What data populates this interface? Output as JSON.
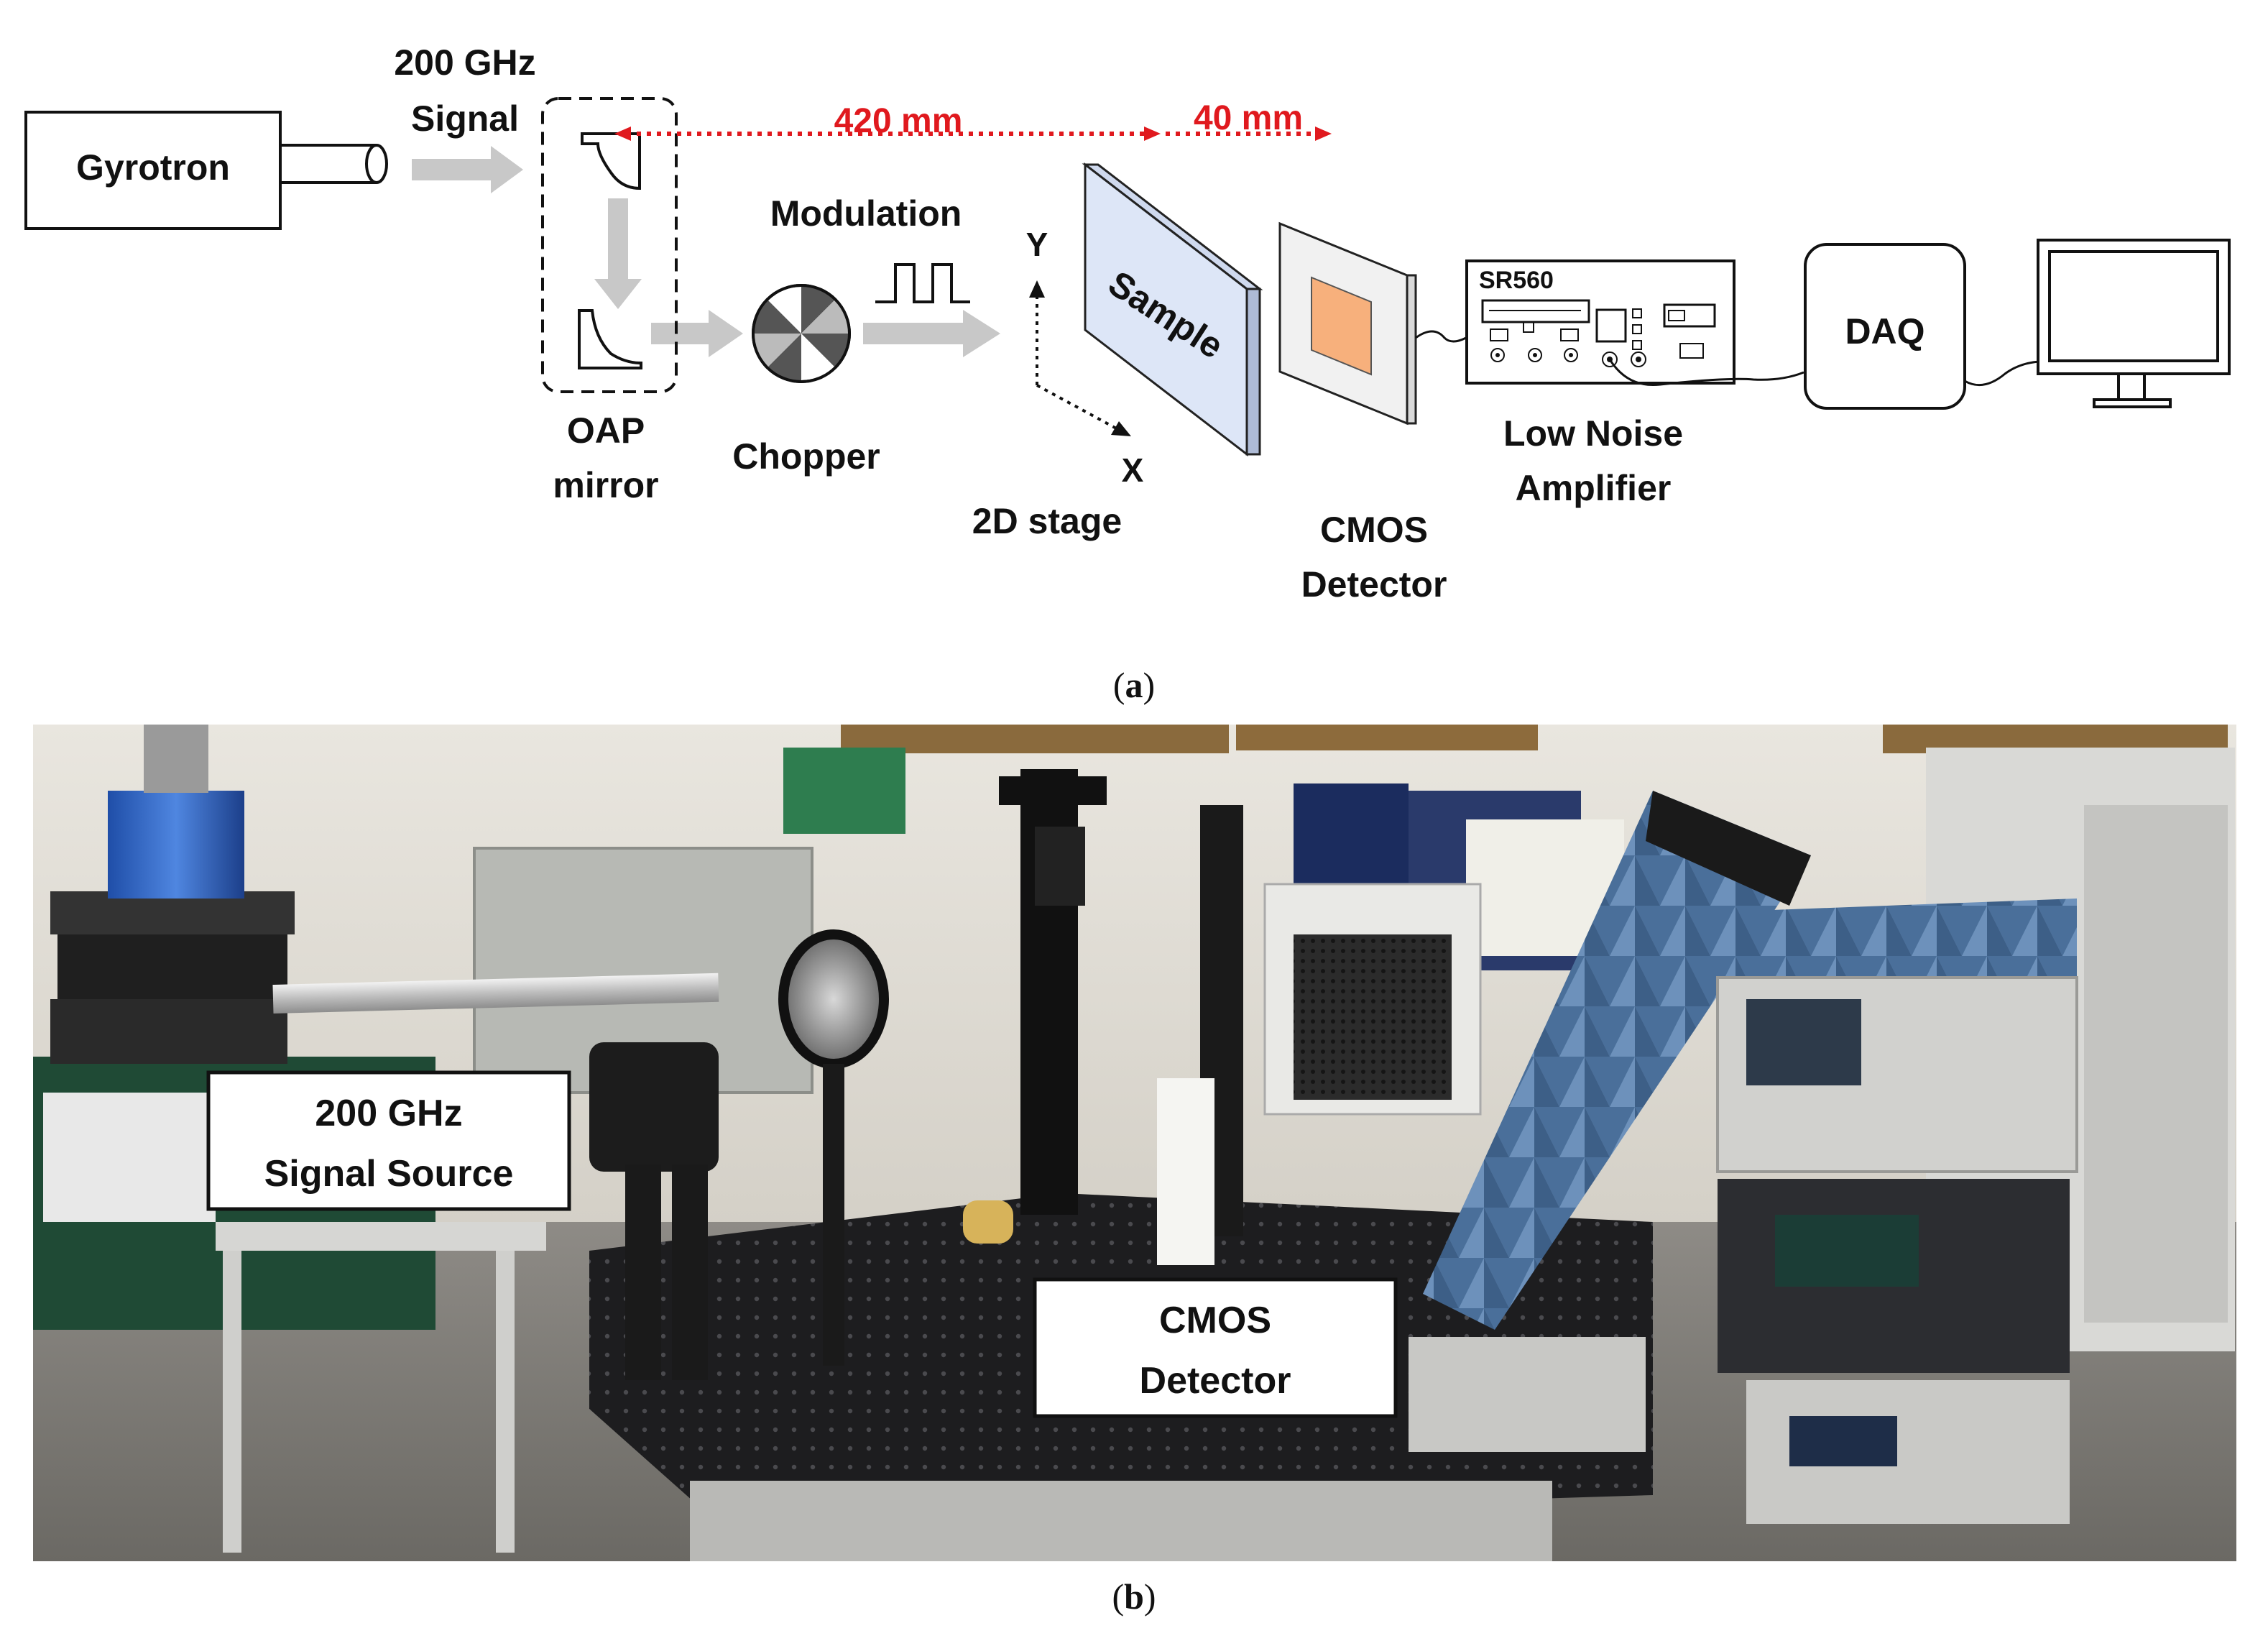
{
  "diagram": {
    "gyrotron": "Gyrotron",
    "signal_line1": "200 GHz",
    "signal_line2": "Signal",
    "dist_420": "420 mm",
    "dist_40": "40 mm",
    "modulation": "Modulation",
    "oap_line1": "OAP",
    "oap_line2": "mirror",
    "chopper": "Chopper",
    "axis_y": "Y",
    "axis_x": "X",
    "stage": "2D stage",
    "sample": "Sample",
    "cmos_line1": "CMOS",
    "cmos_line2": "Detector",
    "sr560": "SR560",
    "lna_line1": "Low Noise",
    "lna_line2": "Amplifier",
    "daq": "DAQ"
  },
  "photo": {
    "source_line1": "200 GHz",
    "source_line2": "Signal Source",
    "detector_line1": "CMOS",
    "detector_line2": "Detector"
  },
  "captions": {
    "a_open": "(",
    "a_letter": "a",
    "a_close": ")",
    "b_open": "(",
    "b_letter": "b",
    "b_close": ")"
  },
  "colors": {
    "distance_red": "#e0191e",
    "arrow_gray": "#c8c8c8",
    "sample_blue": "#dde6f7",
    "detector_orange": "#f7b07c"
  }
}
